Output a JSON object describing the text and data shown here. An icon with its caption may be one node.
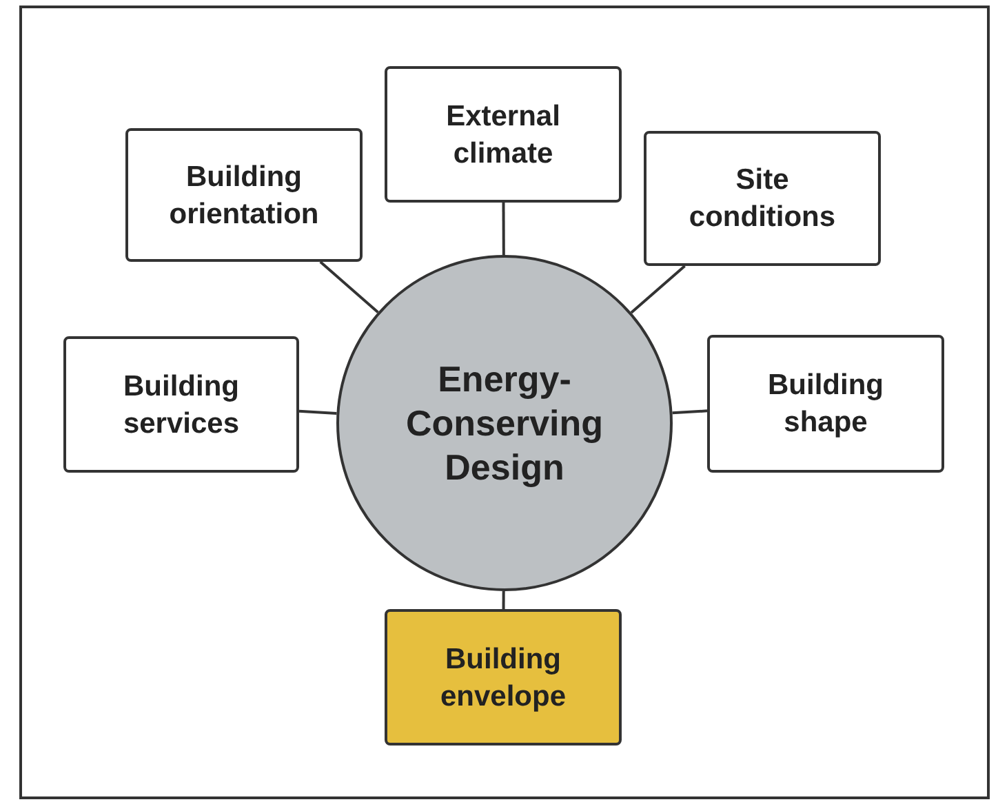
{
  "diagram": {
    "nodes": [
      {
        "text": [
          "External climate"
        ]
      },
      {
        "text": [
          "Building orientation"
        ]
      },
      {
        "text": [
          "Site conditions"
        ]
      },
      {
        "text": [
          "Energy-Conserving Design"
        ]
      },
      {
        "text": [
          "Building services"
        ]
      },
      {
        "text": [
          "Building shape"
        ]
      },
      {
        "text": [
          "Building envelope"
        ]
      }
    ],
    "edges": [
      {
        "from": 3,
        "to": 0,
        "arrow": "none"
      },
      {
        "from": 3,
        "to": 1,
        "arrow": "none"
      },
      {
        "from": 3,
        "to": 2,
        "arrow": "none"
      },
      {
        "from": 3,
        "to": 4,
        "arrow": "none"
      },
      {
        "from": 3,
        "to": 5,
        "arrow": "none"
      },
      {
        "from": 3,
        "to": 6,
        "arrow": "none"
      }
    ]
  }
}
